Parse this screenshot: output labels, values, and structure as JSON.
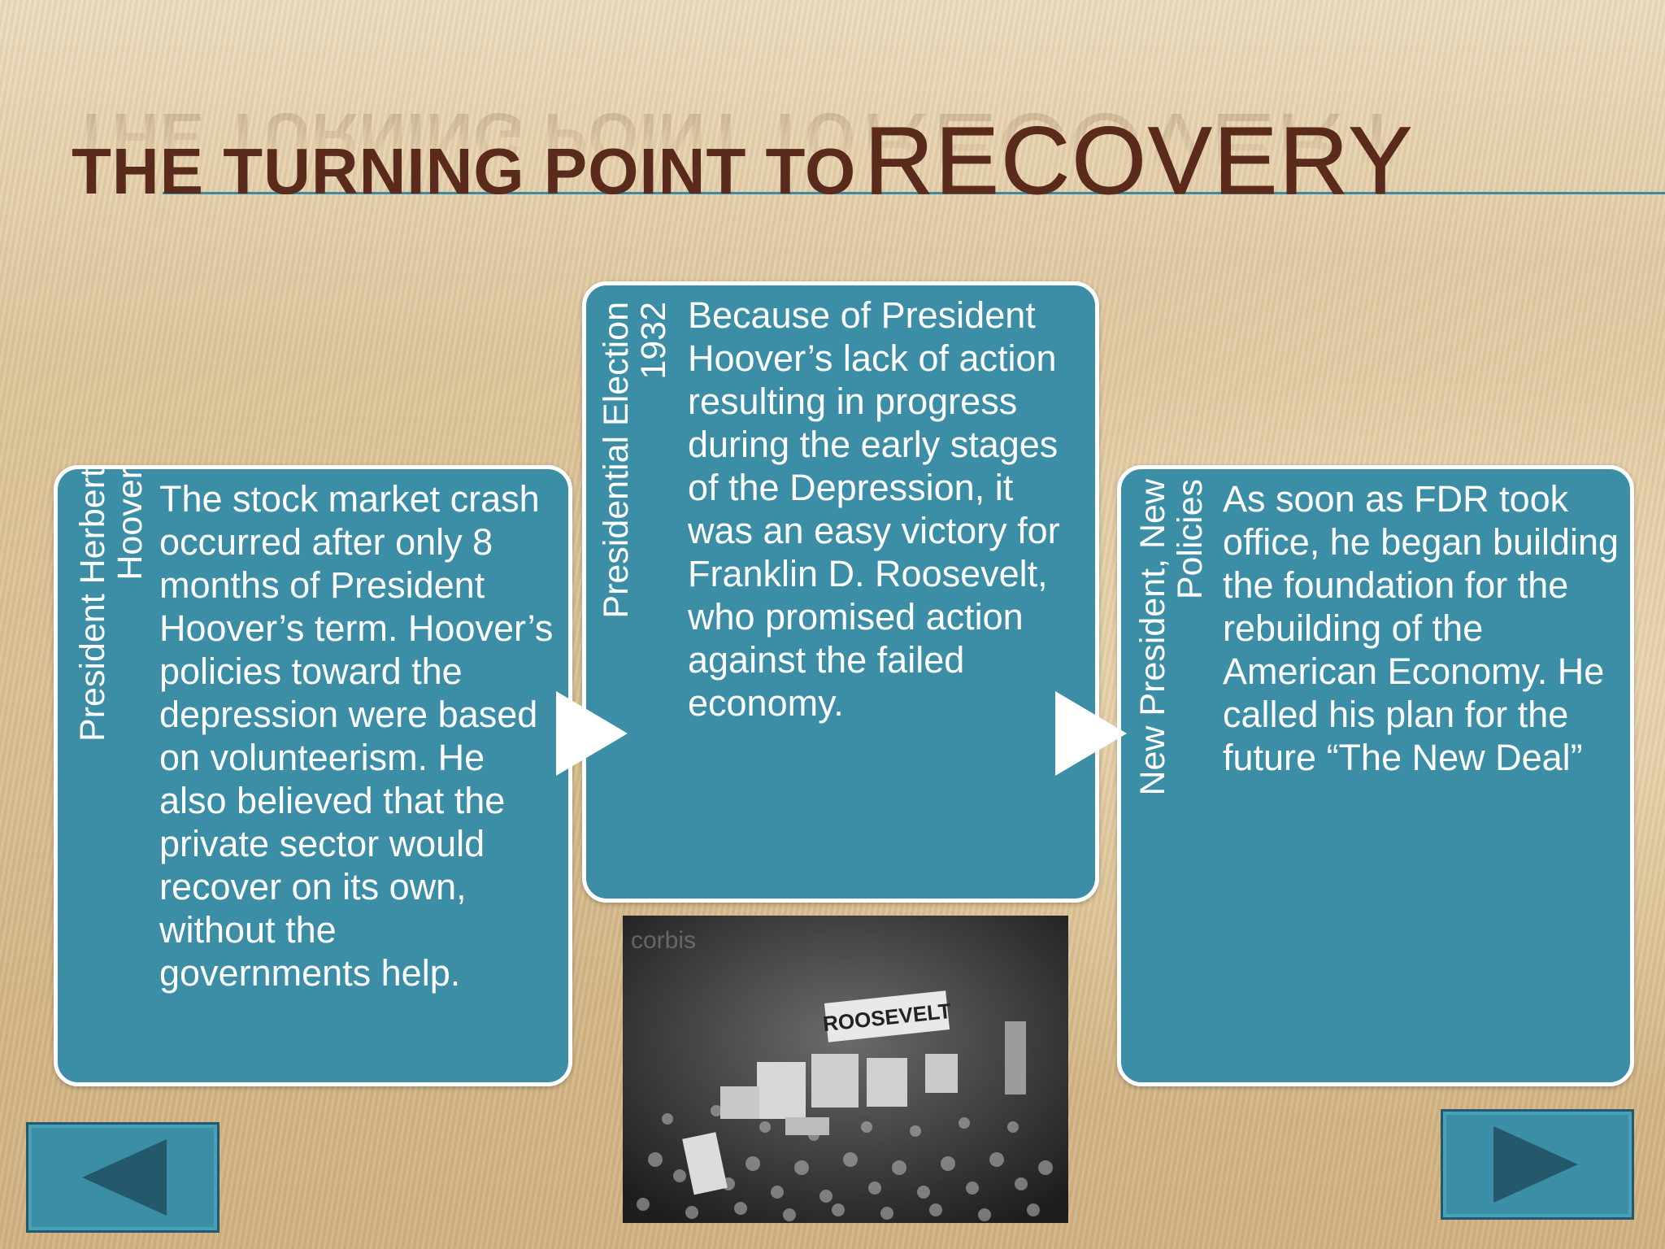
{
  "title": {
    "prefix": "THE TURNING POINT TO",
    "emphasis": "RECOVERY"
  },
  "cards": [
    {
      "label": "President Herbert\nHoover",
      "text": "The stock market crash occurred after only 8 months of President Hoover’s term. Hoover’s policies toward the depression were based on volunteerism. He also believed that the private sector would recover on its own, without the governments help."
    },
    {
      "label": "Presidential Election\n1932",
      "text": "Because of President Hoover’s lack of action resulting in progress during the early stages of the Depression, it was an easy victory for Franklin D. Roosevelt, who promised action against the failed economy."
    },
    {
      "label": "New President, New\nPolicies",
      "text": "As soon as FDR took office, he began building the foundation for the rebuilding of the American Economy. He called his plan for the future “The New Deal”"
    }
  ],
  "photo": {
    "banner": "ROOSEVELT",
    "watermark": "corbis"
  },
  "nav": {
    "prev_icon": "triangle-left-icon",
    "next_icon": "triangle-right-icon"
  },
  "colors": {
    "title": "#5a2a1d",
    "card": "#3b8ea6",
    "accent_line": "#3f8aa3"
  }
}
